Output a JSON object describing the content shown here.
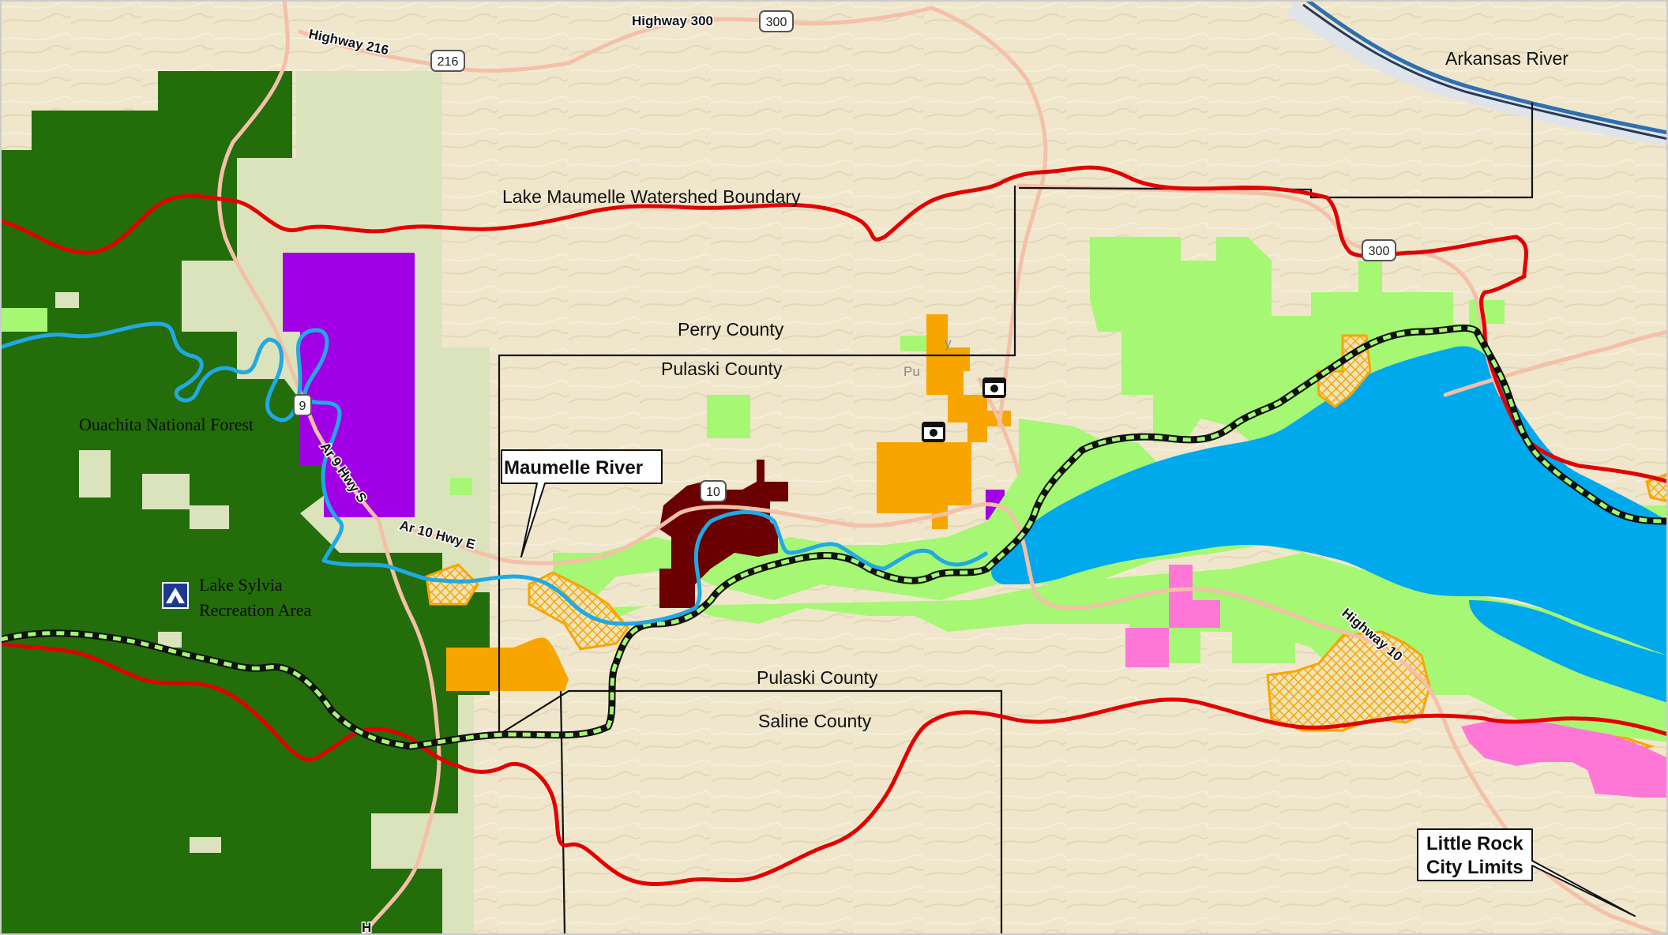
{
  "colors": {
    "terrain": "#efe6cc",
    "forest": "#236d0b",
    "forest_light": "#dbe3bd",
    "purple": "#a100e6",
    "lake": "#00a9ec",
    "river": "#20a9e3",
    "light_green": "#a6f773",
    "orange": "#f8a500",
    "dark_red": "#6b0000",
    "pink": "#ff77d6",
    "watershed": "#e30000",
    "highway": "#f4c0a8",
    "county_line": "#111111",
    "trail_dark": "#111111",
    "trail_light": "#a6f773"
  },
  "labels": {
    "arkansas_river": "Arkansas River",
    "watershed": "Lake Maumelle Watershed Boundary",
    "perry_county": "Perry County",
    "pulaski_county_north": "Pulaski County",
    "pulaski_county_south": "Pulaski County",
    "saline_county": "Saline County",
    "ouachita": "Ouachita National Forest",
    "lake_sylvia_1": "Lake Sylvia",
    "lake_sylvia_2": "Recreation Area",
    "pu": "Pu",
    "pulaski_suffix": "y"
  },
  "callouts": {
    "maumelle_river": "Maumelle River",
    "little_rock_1": "Little Rock",
    "little_rock_2": "City Limits"
  },
  "roads": {
    "highway_216": "Highway 216",
    "highway_300_top": "Highway 300",
    "highway_10_east": "Highway 10",
    "ar9_hwy_s": "Ar 9 Hwy S",
    "ar10_hwy_e": "Ar 10 Hwy E",
    "h_partial": "H"
  },
  "shields": {
    "s216": "216",
    "s300_top": "300",
    "s300_east": "300",
    "s9": "9",
    "s10": "10"
  },
  "icons": {
    "campground": "campground-icon",
    "camera": "camera-icon"
  }
}
